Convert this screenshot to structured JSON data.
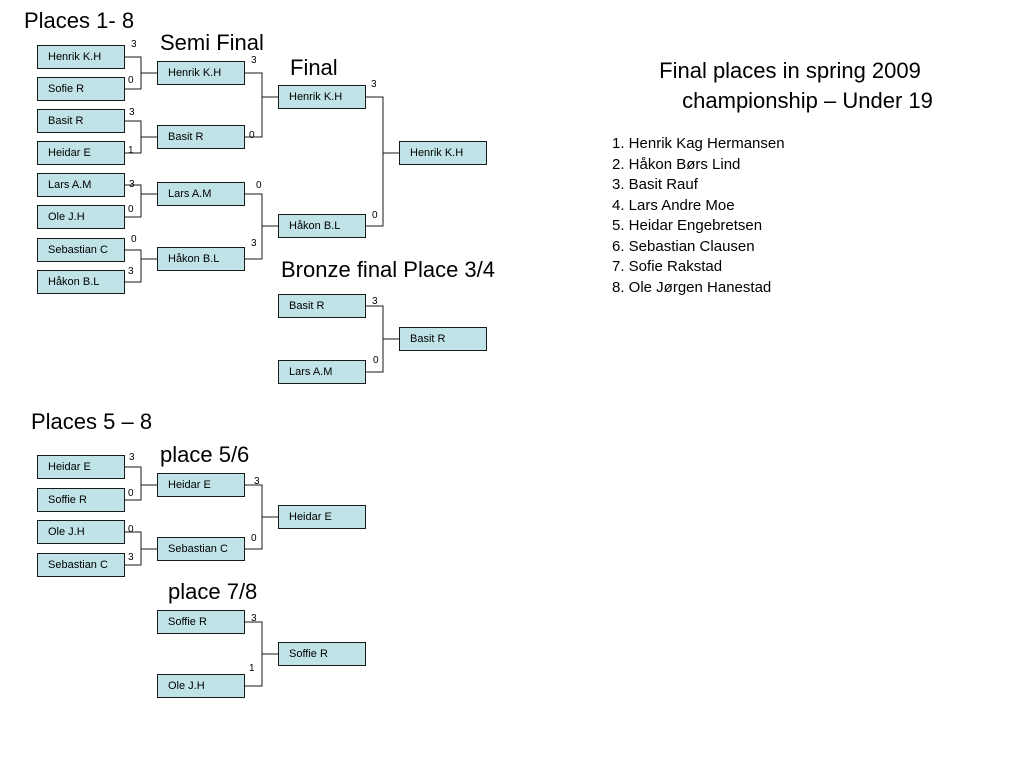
{
  "headings": {
    "places_1_8": "Places 1- 8",
    "semi_final": "Semi Final",
    "final": "Final",
    "bronze_final": "Bronze final Place 3/4",
    "places_5_8": "Places 5 – 8",
    "place_5_6": "place 5/6",
    "place_7_8": "place 7/8"
  },
  "bracket_main": {
    "round1": [
      "Henrik K.H",
      "Sofie R",
      "Basit R",
      "Heidar E",
      "Lars A.M",
      "Ole J.H",
      "Sebastian C",
      "Håkon B.L"
    ],
    "round1_scores": [
      "3",
      "0",
      "3",
      "1",
      "3",
      "0",
      "0",
      "3"
    ],
    "semi": [
      "Henrik K.H",
      "Basit R",
      "Lars A.M",
      "Håkon B.L"
    ],
    "semi_scores": [
      "3",
      "0",
      "0",
      "3"
    ],
    "final": [
      "Henrik K.H",
      "Håkon B.L"
    ],
    "final_scores": [
      "3",
      "0"
    ],
    "winner": "Henrik K.H"
  },
  "bronze": {
    "players": [
      "Basit R",
      "Lars A.M"
    ],
    "scores": [
      "3",
      "0"
    ],
    "winner": "Basit R"
  },
  "bracket_5_8": {
    "round1": [
      "Heidar E",
      "Soffie R",
      "Ole J.H",
      "Sebastian C"
    ],
    "round1_scores": [
      "3",
      "0",
      "0",
      "3"
    ],
    "match_5_6": [
      "Heidar E",
      "Sebastian C"
    ],
    "match_5_6_scores": [
      "3",
      "0"
    ],
    "winner_5_6": "Heidar E",
    "match_7_8": [
      "Soffie R",
      "Ole J.H"
    ],
    "match_7_8_scores": [
      "3",
      "1"
    ],
    "winner_7_8": "Soffie R"
  },
  "final_places": {
    "title_line1": "Final places in spring 2009",
    "title_line2": "championship – Under 19",
    "entries": [
      "1. Henrik Kag Hermansen",
      "2. Håkon Børs Lind",
      "3. Basit Rauf",
      "4. Lars Andre Moe",
      "5. Heidar Engebretsen",
      "6. Sebastian Clausen",
      "7. Sofie Rakstad",
      "8. Ole Jørgen Hanestad"
    ]
  }
}
